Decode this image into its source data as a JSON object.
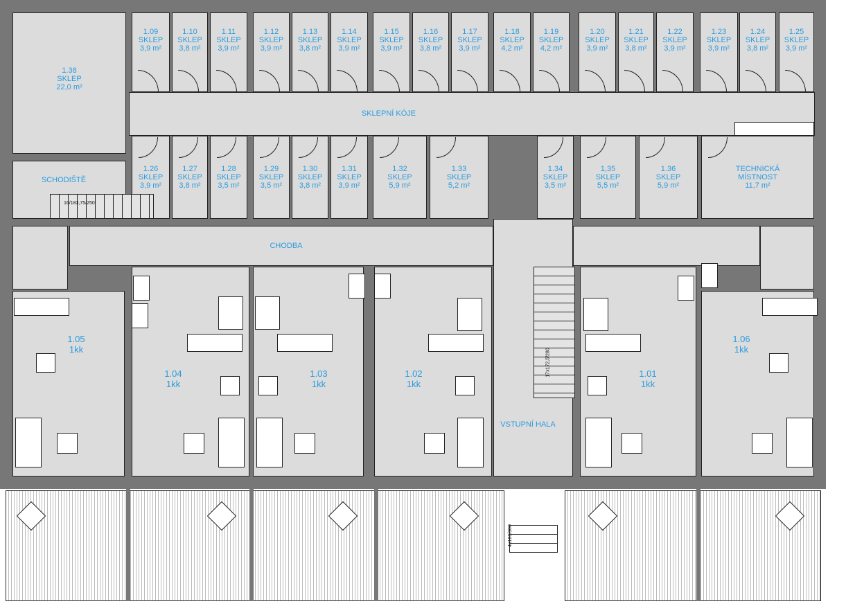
{
  "plan": {
    "cellars_top": [
      {
        "number": "1.09",
        "name": "SKLEP",
        "area": "3,9 m²"
      },
      {
        "number": "1.10",
        "name": "SKLEP",
        "area": "3,8 m²"
      },
      {
        "number": "1.11",
        "name": "SKLEP",
        "area": "3,9 m²"
      },
      {
        "number": "1.12",
        "name": "SKLEP",
        "area": "3,9 m²"
      },
      {
        "number": "1.13",
        "name": "SKLEP",
        "area": "3,8 m²"
      },
      {
        "number": "1.14",
        "name": "SKLEP",
        "area": "3,9 m²"
      },
      {
        "number": "1.15",
        "name": "SKLEP",
        "area": "3,9 m²"
      },
      {
        "number": "1.16",
        "name": "SKLEP",
        "area": "3,8 m²"
      },
      {
        "number": "1.17",
        "name": "SKLEP",
        "area": "3,9 m²"
      },
      {
        "number": "1.18",
        "name": "SKLEP",
        "area": "4,2 m²"
      },
      {
        "number": "1.19",
        "name": "SKLEP",
        "area": "4,2 m²"
      },
      {
        "number": "1.20",
        "name": "SKLEP",
        "area": "3,9 m²"
      },
      {
        "number": "1.21",
        "name": "SKLEP",
        "area": "3,8 m²"
      },
      {
        "number": "1.22",
        "name": "SKLEP",
        "area": "3,9 m²"
      },
      {
        "number": "1.23",
        "name": "SKLEP",
        "area": "3,9 m²"
      },
      {
        "number": "1.24",
        "name": "SKLEP",
        "area": "3,8 m²"
      },
      {
        "number": "1.25",
        "name": "SKLEP",
        "area": "3,9 m²"
      }
    ],
    "cellars_bottom": [
      {
        "number": "1.26",
        "name": "SKLEP",
        "area": "3,9 m²"
      },
      {
        "number": "1.27",
        "name": "SKLEP",
        "area": "3,8 m²"
      },
      {
        "number": "1.28",
        "name": "SKLEP",
        "area": "3,5 m²"
      },
      {
        "number": "1.29",
        "name": "SKLEP",
        "area": "3,5 m²"
      },
      {
        "number": "1.30",
        "name": "SKLEP",
        "area": "3,8 m²"
      },
      {
        "number": "1.31",
        "name": "SKLEP",
        "area": "3,9 m²"
      },
      {
        "number": "1.32",
        "name": "SKLEP",
        "area": "5,9 m²"
      },
      {
        "number": "1.33",
        "name": "SKLEP",
        "area": "5,2 m²"
      },
      {
        "number": "1.34",
        "name": "SKLEP",
        "area": "3,5 m²"
      },
      {
        "number": "1,35",
        "name": "SKLEP",
        "area": "5,5 m²"
      },
      {
        "number": "1.36",
        "name": "SKLEP",
        "area": "5,9 m²"
      },
      {
        "number": "TECHNICKÁ",
        "name": "MÍSTNOST",
        "area": "11,7 m²"
      }
    ],
    "big_cellar": {
      "number": "1.38",
      "name": "SKLEP",
      "area": "22,0 m²"
    },
    "spaces": {
      "cellar_corridor": "SKLEPNÍ KÓJE",
      "staircase": "SCHODIŠTĚ",
      "corridor": "CHODBA",
      "entrance_hall": "VSTUPNÍ HALA"
    },
    "apartments": [
      {
        "number": "1.05",
        "type": "1kk"
      },
      {
        "number": "1.04",
        "type": "1kk"
      },
      {
        "number": "1.03",
        "type": "1kk"
      },
      {
        "number": "1.02",
        "type": "1kk"
      },
      {
        "number": "1.01",
        "type": "1kk"
      },
      {
        "number": "1.06",
        "type": "1kk"
      }
    ],
    "stair_notes": {
      "basement_stair": "16/183,75/250",
      "main_stair": "17x172,5/280",
      "entrance_stair": "4x160/300"
    }
  },
  "colors": {
    "label": "#2a9be0",
    "wall": "#777777",
    "floor": "#dcdcdc"
  }
}
